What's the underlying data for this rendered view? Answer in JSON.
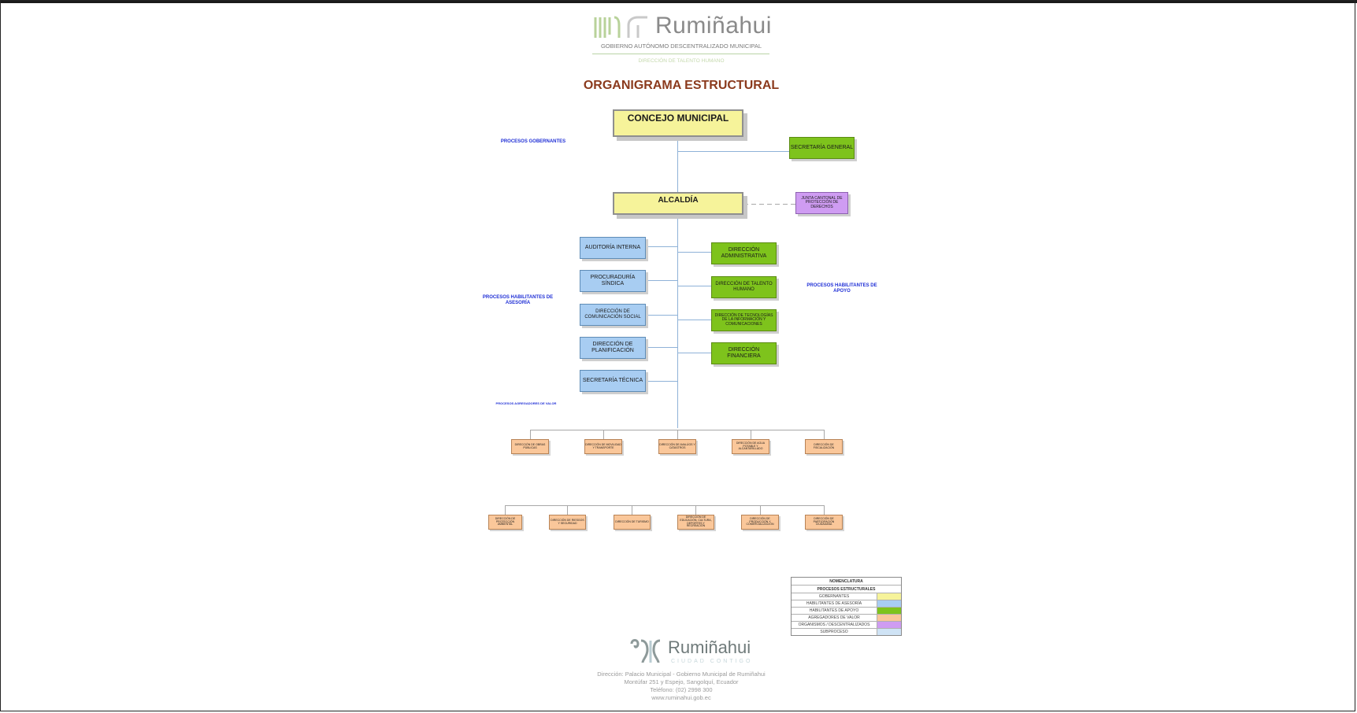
{
  "header": {
    "brand": "Rumiñahui",
    "subtitle": "GOBIERNO AUTÓNOMO DESCENTRALIZADO MUNICIPAL",
    "department": "DIRECCIÓN DE TALENTO HUMANO"
  },
  "title": "ORGANIGRAMA ESTRUCTURAL",
  "process_labels": {
    "gobernantes": "PROCESOS GOBERNANTES",
    "asesoria": "PROCESOS HABILITANTES DE ASESORÍA",
    "apoyo": "PROCESOS HABILITANTES DE APOYO",
    "valor": "PROCESOS AGREGADORES DE VALOR"
  },
  "nodes": {
    "concejo": "CONCEJO MUNICIPAL",
    "secretaria_general": "SECRETARÍA GENERAL",
    "alcaldia": "ALCALDÍA",
    "junta": "JUNTA CANTONAL DE PROTECCIÓN DE DERECHOS",
    "auditoria": "AUDITORÍA INTERNA",
    "procuraduria": "PROCURADURÍA SÍNDICA",
    "comunicacion": "DIRECCIÓN DE COMUNICACIÓN SOCIAL",
    "planificacion": "DIRECCIÓN DE PLANIFICACIÓN",
    "secretaria_tecnica": "SECRETARÍA TÉCNICA",
    "administrativa": "DIRECCIÓN ADMINISTRATIVA",
    "talento": "DIRECCIÓN DE TALENTO HUMANO",
    "tecnologias": "DIRECCIÓN DE TECNOLOGÍAS DE LA INFORMACIÓN Y COMUNICACIONES",
    "financiera": "DIRECCIÓN FINANCIERA"
  },
  "value_row_1": [
    "DIRECCIÓN DE OBRAS PÚBLICAS",
    "DIRECCIÓN DE MOVILIDAD Y TRANSPORTE",
    "DIRECCIÓN DE AVALÚOS Y CATASTROS",
    "DIRECCIÓN DE AGUA POTABLE Y ALCANTARILLADO",
    "DIRECCIÓN DE FISCALIZACIÓN"
  ],
  "value_row_2": [
    "DIRECCIÓN DE PROTECCIÓN AMBIENTAL",
    "DIRECCIÓN DE RIESGOS Y SEGURIDAD",
    "DIRECCIÓN DE TURISMO",
    "DIRECCIÓN DE EDUCACIÓN, CULTURA, DEPORTES Y RECREACIÓN",
    "DIRECCIÓN DE PRODUCCIÓN Y COMERCIALIZACIÓN",
    "DIRECCIÓN DE PARTICIPACIÓN CIUDADANA"
  ],
  "legend": {
    "title": "NOMENCLATURA",
    "subtitle": "PROCESOS ESTRUCTURALES",
    "items": [
      {
        "label": "GOBERNANTES",
        "color": "#f6f39a"
      },
      {
        "label": "HABILITANTES DE ASESORÍA",
        "color": "#a8cdf2"
      },
      {
        "label": "HABILITANTES DE APOYO",
        "color": "#7ec31c"
      },
      {
        "label": "AGREGADORES DE VALOR",
        "color": "#fac79a"
      },
      {
        "label": "ORGANISMOS / DESCENTRALIZADOS",
        "color": "#cf9cf2"
      },
      {
        "label": "SUBPROCESO",
        "color": "#cfe3f5"
      }
    ]
  },
  "footer": {
    "brand": "Rumiñahui",
    "tagline": "CIUDAD CONTIGO",
    "address_1": "Dirección: Palacio Municipal - Gobierno Municipal de Rumiñahui",
    "address_2": "Montúfar 251 y Espejo, Sangolquí, Ecuador",
    "phone": "Teléfono: (02) 2998 300",
    "web": "www.ruminahui.gob.ec"
  }
}
